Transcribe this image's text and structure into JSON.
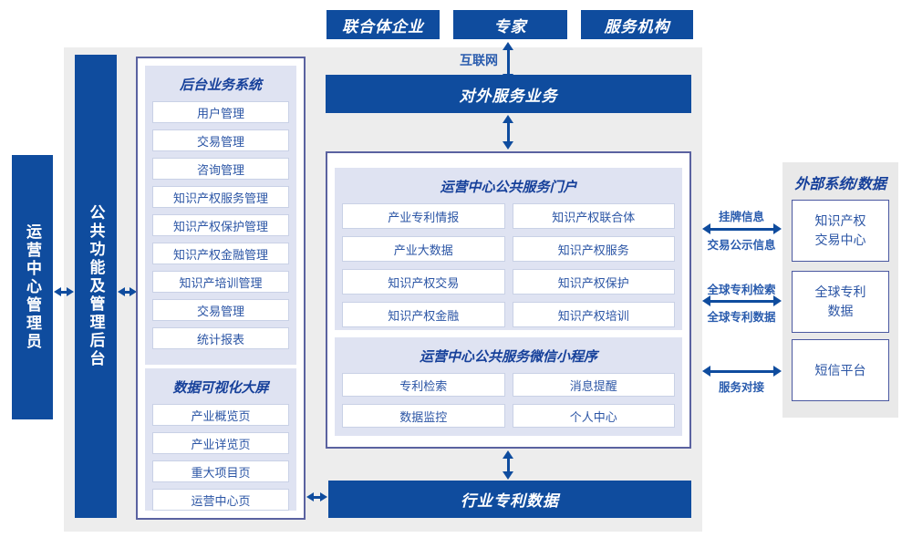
{
  "colors": {
    "primary_blue": "#0f4c9e",
    "title_navy": "#16409a",
    "item_text": "#2b55a5",
    "arrow_label_text": "#2a5cae",
    "outer_border": "#5a62a0",
    "panel_lavender": "#dfe3f2",
    "main_panel_gray": "#ededed",
    "right_panel_gray": "#e9e9e9"
  },
  "top_actors": [
    {
      "label": "联合体企业"
    },
    {
      "label": "专家"
    },
    {
      "label": "服务机构"
    }
  ],
  "internet": {
    "label": "互联网"
  },
  "bars": {
    "admin": "运营中心管理员",
    "backend_console": "公共功能及管理后台",
    "external_service": "对外服务业务",
    "industry_patent_data": "行业专利数据"
  },
  "backend_system": {
    "title": "后台业务系统",
    "items": [
      "用户管理",
      "交易管理",
      "咨询管理",
      "知识产权服务管理",
      "知识产权保护管理",
      "知识产权金融管理",
      "知识产培训管理",
      "交易管理",
      "统计报表"
    ]
  },
  "dashboard": {
    "title": "数据可视化大屏",
    "items": [
      "产业概览页",
      "产业详览页",
      "重大项目页",
      "运营中心页"
    ]
  },
  "portal": {
    "title": "运营中心公共服务门户",
    "items": [
      "产业专利情报",
      "知识产权联合体",
      "产业大数据",
      "知识产权服务",
      "知识产权交易",
      "知识产权保护",
      "知识产权金融",
      "知识产权培训"
    ]
  },
  "miniprogram": {
    "title": "运营中心公共服务微信小程序",
    "items": [
      "专利检索",
      "消息提醒",
      "数据监控",
      "个人中心"
    ]
  },
  "external_systems": {
    "title": "外部系统/数据",
    "boxes": [
      {
        "lines": [
          "知识产权",
          "交易中心"
        ]
      },
      {
        "lines": [
          "全球专利",
          "数据"
        ]
      },
      {
        "lines": [
          "短信平台"
        ]
      }
    ]
  },
  "link_labels": {
    "listing_info": "挂牌信息",
    "trade_publicity_info": "交易公示信息",
    "global_patent_search": "全球专利检索",
    "global_patent_data": "全球专利数据",
    "service_connect": "服务对接"
  }
}
